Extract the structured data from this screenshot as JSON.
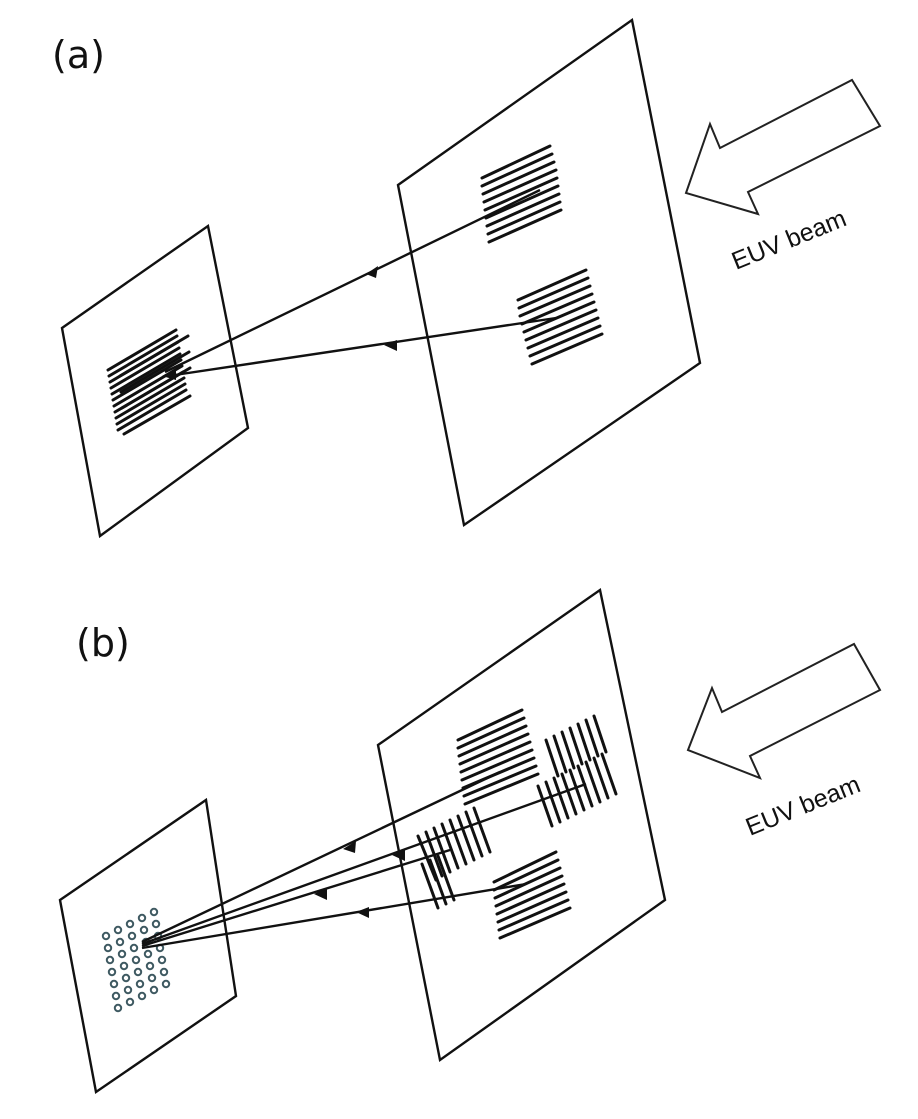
{
  "panels": [
    {
      "label": "(a)",
      "beam_label": "EUV beam"
    },
    {
      "label": "(b)",
      "beam_label": "EUV beam"
    }
  ]
}
